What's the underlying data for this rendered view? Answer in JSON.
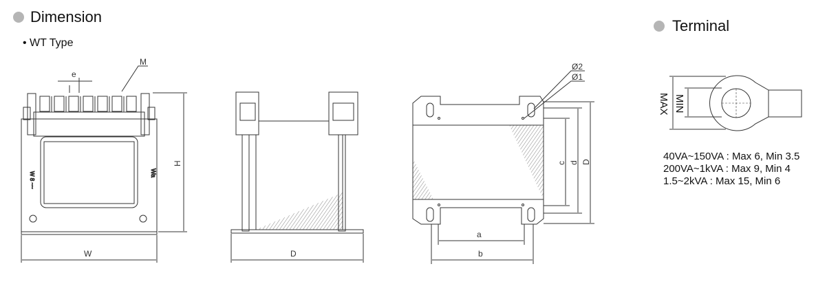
{
  "dimension": {
    "title": "Dimension",
    "subtitle": "• WT Type",
    "labels": {
      "e": "e",
      "M": "M",
      "H": "H",
      "W": "W",
      "D_side": "D",
      "phi2": "Ø2",
      "phi1": "Ø1",
      "c": "c",
      "d": "d",
      "D_top": "D",
      "a": "a",
      "b": "b"
    }
  },
  "terminal": {
    "title": "Terminal",
    "labels": {
      "max": "MAX",
      "min": "MIN"
    },
    "specs": [
      "40VA~150VA : Max 6,  Min 3.5",
      "200VA~1kVA : Max 9,  Min 4",
      "1.5~2kVA : Max 15,  Min 6"
    ]
  },
  "colors": {
    "bullet": "#b5b5b5",
    "line": "#333333"
  }
}
